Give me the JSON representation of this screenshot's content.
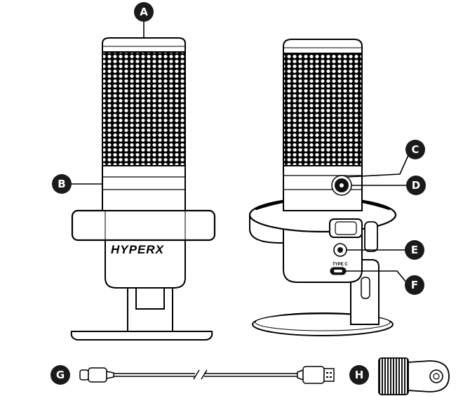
{
  "brand_logo_text": "HYPERX",
  "port_label": "TYPE C",
  "callouts": {
    "A": "A",
    "B": "B",
    "C": "C",
    "D": "D",
    "E": "E",
    "F": "F",
    "G": "G",
    "H": "H"
  },
  "colors": {
    "callout_fill": "#1a1a1a",
    "line": "#000000",
    "background": "#ffffff"
  }
}
